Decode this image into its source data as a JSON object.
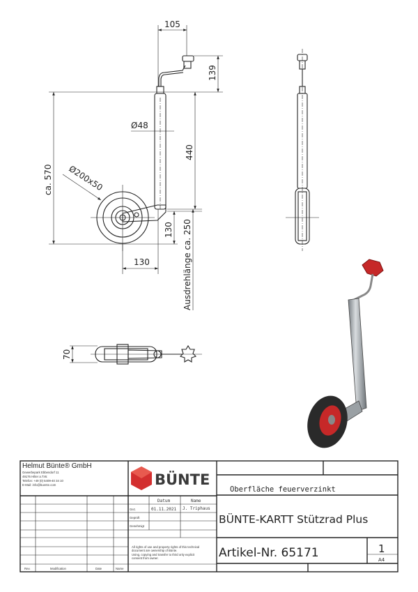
{
  "dimensions": {
    "crank_offset": "105",
    "crank_height": "139",
    "tube_diameter": "Ø48",
    "total_height": "ca. 570",
    "tube_length": "440",
    "wheel_size": "Ø200x50",
    "wheel_offset": "130",
    "wheel_height": "130",
    "extension": "Ausdrehlänge ca. 250",
    "top_width": "70"
  },
  "title_block": {
    "company": "Helmut Bünte® GmbH",
    "address": [
      "Gewerbepark Ebbendorf 11",
      "49176 Hilter a.T.W.",
      "Telefon: +49 (0) 5409-40 34 10",
      "E-Mail: info@buente.com"
    ],
    "logo": "BÜNTE",
    "col_datum": "Datum",
    "col_name": "Name",
    "row_gez": "Gez.",
    "row_geprueft": "Geprüft",
    "row_genehmigt": "Genehmigt",
    "date": "01.11.2021",
    "drawer": "J. Triphaus",
    "rights": [
      "All rights of use and property rights of this technical",
      "document are ownership of Bünte.",
      "Using, copying and transfer to third only explicit",
      "consent from owner."
    ],
    "rev": "Rev.",
    "modification": "Modification",
    "date_label": "Date",
    "name_label": "Name",
    "surface": "Oberfläche feuerverzinkt",
    "product": "BÜNTE-KARTT Stützrad Plus",
    "article": "Artikel-Nr. 65171",
    "sheet": "1",
    "format": "A4"
  },
  "colors": {
    "accent": "#d32f2f",
    "logo_text": "#3a3a3a"
  }
}
